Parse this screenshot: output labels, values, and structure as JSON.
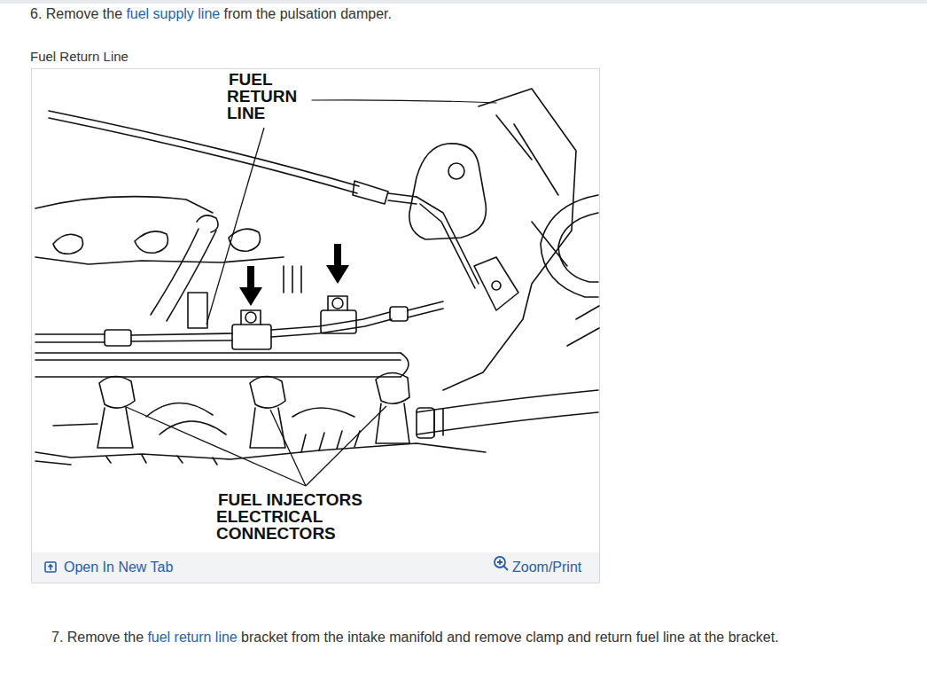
{
  "diagram": {
    "labels": [
      "6. Remove the",
      "fuel supply line",
      "from the pulsation damper.",
      "Fuel Return Line",
      "FUEL RETURN LINE",
      "FUEL INJECTORS ELECTRICAL CONNECTORS",
      "Open In New Tab",
      "Zoom/Print",
      "7. Remove the",
      "fuel return line",
      "bracket from the intake manifold and remove clamp and return fuel line at the bracket."
    ]
  }
}
